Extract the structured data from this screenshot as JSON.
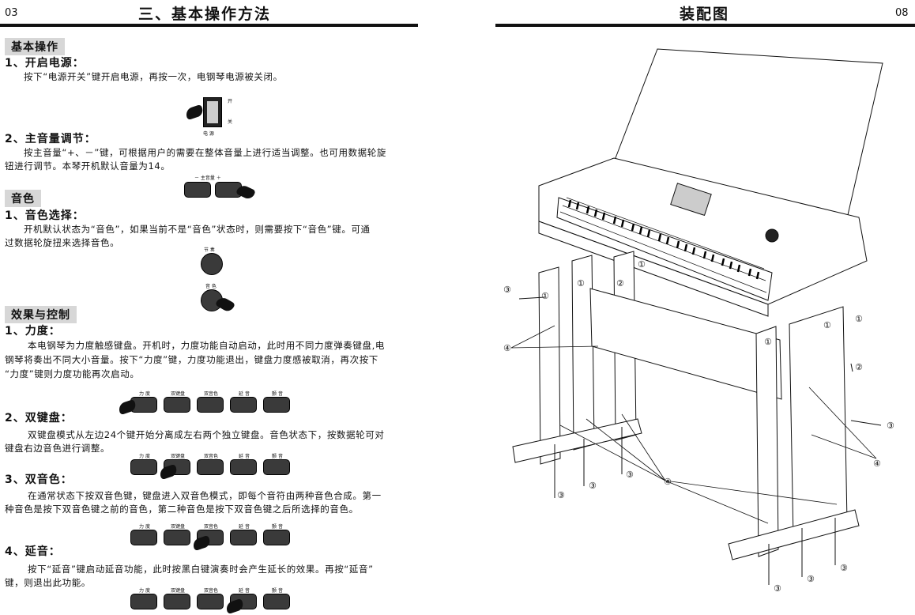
{
  "left_page": {
    "page_number": "03",
    "title": "三、基本操作方法",
    "sections": [
      {
        "heading": "基本操作",
        "items": [
          {
            "heading": "1、开启电源：",
            "text": "按下“电源开关”键开启电源，再按一次，电钢琴电源被关闭。"
          },
          {
            "heading": "2、主音量调节：",
            "text_line1": "按主音量“+、－”键，可根据用户的需要在整体音量上进行适当调整。也可用数据轮旋",
            "text_line2": "钮进行调节。本琴开机默认音量为14。"
          }
        ]
      },
      {
        "heading": "音色",
        "items": [
          {
            "heading": "1、音色选择：",
            "text_line1": "开机默认状态为“音色”，如果当前不是“音色”状态时，则需要按下“音色”键。可通",
            "text_line2": "过数据轮旋扭来选择音色。"
          }
        ]
      },
      {
        "heading": "效果与控制",
        "items": [
          {
            "heading": "1、力度：",
            "text_line1": "本电钢琴为力度触感键盘。开机时，力度功能自动启动，此时用不同力度弹奏键盘,电",
            "text_line2": "钢琴将奏出不同大小音量。按下“力度”键，力度功能退出，键盘力度感被取消，再次按下",
            "text_line3": "“力度”键则力度功能再次启动。"
          },
          {
            "heading": "2、双键盘：",
            "text_line1": "双键盘模式从左边24个键开始分离成左右两个独立键盘。音色状态下，按数据轮可对",
            "text_line2": "键盘右边音色进行调整。"
          },
          {
            "heading": "3、双音色：",
            "text_line1": "在通常状态下按双音色键，键盘进入双音色模式，即每个音符由两种音色合成。第一",
            "text_line2": "种音色是按下双音色键之前的音色，第二种音色是按下双音色键之后所选择的音色。"
          },
          {
            "heading": "4、延音：",
            "text_line1": "按下“延音”键启动延音功能，此时按黑白键演奏时会产生延长的效果。再按“延音”",
            "text_line2": "键，则退出此功能。"
          }
        ]
      }
    ],
    "power_switch": {
      "on": "开",
      "off": "关",
      "label": "电 源"
    },
    "volume_label": "－  主音量  ＋",
    "rhythm_label": "节 奏",
    "voice_label": "音 色",
    "button_labels": [
      "力 度",
      "双键盘",
      "双音色",
      "延 音",
      "颤 音"
    ]
  },
  "right_page": {
    "page_number": "08",
    "title": "装配图",
    "callouts": [
      "①",
      "②",
      "③",
      "④"
    ]
  }
}
